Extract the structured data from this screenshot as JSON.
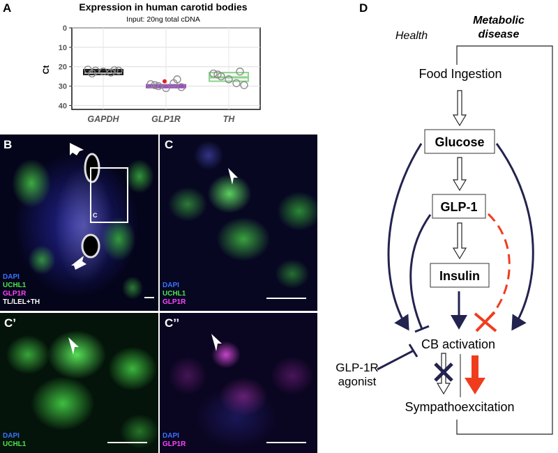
{
  "panels": {
    "a": {
      "letter": "A"
    },
    "b": {
      "letter": "B",
      "inset_label": "C",
      "legend": [
        "DAPI",
        "UCHL1",
        "GLP1R",
        "TL/LEL+TH"
      ]
    },
    "c": {
      "letter": "C",
      "legend": [
        "DAPI",
        "UCHL1",
        "GLP1R"
      ]
    },
    "c1": {
      "letter": "C’",
      "legend": [
        "DAPI",
        "UCHL1"
      ]
    },
    "c2": {
      "letter": "C’’",
      "legend": [
        "DAPI",
        "GLP1R"
      ]
    },
    "d": {
      "letter": "D"
    }
  },
  "chart_data": {
    "type": "scatter",
    "title": "Expression in human carotid bodies",
    "subtitle": "Input: 20ng total cDNA",
    "ylabel": "Ct",
    "xlabel": "",
    "ylim": [
      0,
      42
    ],
    "y_inverted": true,
    "yticks": [
      0,
      10,
      20,
      30,
      40
    ],
    "grid": true,
    "categories": [
      "GAPDH",
      "GLP1R",
      "TH"
    ],
    "box_colors": [
      "#111111",
      "#9b4fc4",
      "#8fd48f"
    ],
    "boxes": [
      {
        "category": "GAPDH",
        "q1": 21.5,
        "median": 22.5,
        "q3": 24.0
      },
      {
        "category": "GLP1R",
        "q1": 29.3,
        "median": 30.0,
        "q3": 30.8
      },
      {
        "category": "TH",
        "q1": 23.0,
        "median": 25.5,
        "q3": 27.5
      }
    ],
    "points": [
      {
        "category": "GAPDH",
        "values": [
          21.5,
          22.0,
          22.5,
          23.0,
          22.0,
          23.5,
          21.8
        ]
      },
      {
        "category": "GLP1R",
        "values": [
          29.0,
          30.0,
          31.0,
          28.5,
          30.5,
          29.5,
          26.5
        ]
      },
      {
        "category": "TH",
        "values": [
          23.5,
          25.0,
          26.5,
          28.5,
          29.5,
          24.0,
          22.5
        ]
      }
    ],
    "highlight": {
      "category": "GLP1R",
      "value": 27.5,
      "color": "#e02020"
    }
  },
  "diagram": {
    "health_label": "Health",
    "disease_label_line1": "Metabolic",
    "disease_label_line2": "disease",
    "food": "Food Ingestion",
    "glucose": "Glucose",
    "glp1": "GLP-1",
    "insulin": "Insulin",
    "cb": "CB activation",
    "agonist_line1": "GLP-1R",
    "agonist_line2": "agonist",
    "symp": "Sympathoexcitation",
    "colors": {
      "navy": "#23234f",
      "red": "#f03c1e"
    }
  }
}
